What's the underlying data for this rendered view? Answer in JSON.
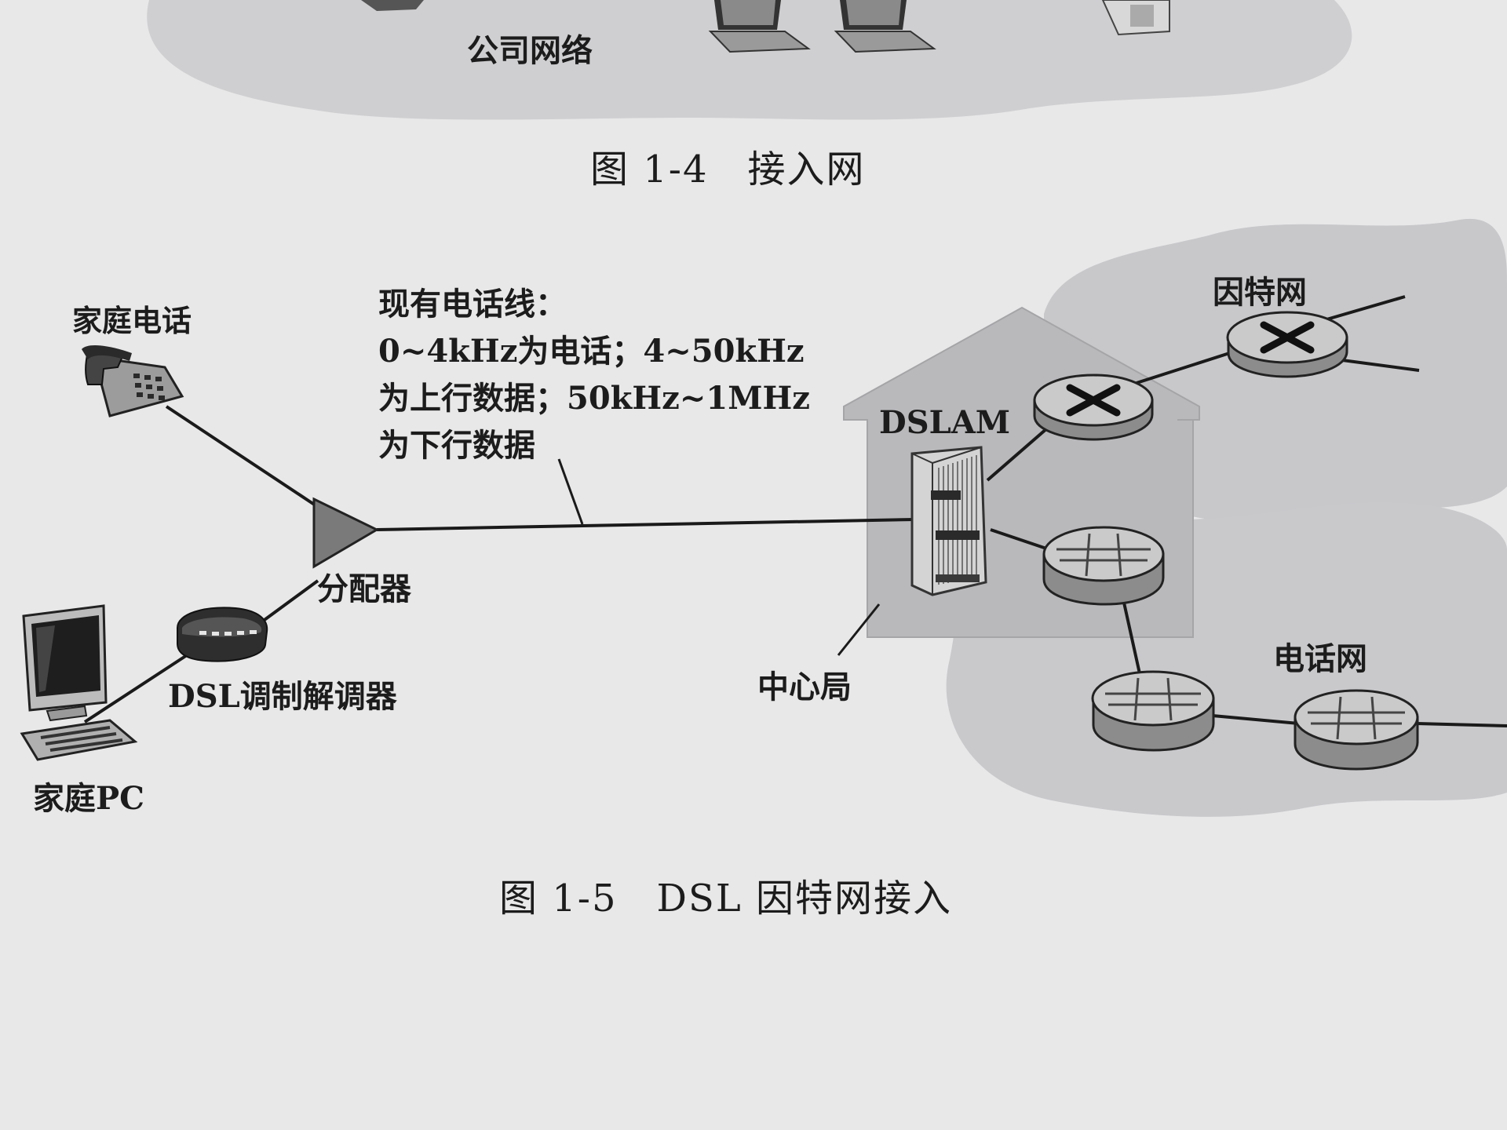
{
  "figure_top": {
    "cloud_label": "公司网络",
    "caption": "图 1-4　接入网"
  },
  "figure_main": {
    "caption": "图 1-5　DSL 因特网接入",
    "labels": {
      "home_phone": "家庭电话",
      "home_pc": "家庭PC",
      "dsl_modem": "DSL调制解调器",
      "splitter": "分配器",
      "dslam": "DSLAM",
      "central_office": "中心局",
      "internet": "因特网",
      "phone_network": "电话网"
    },
    "line_note": [
      "现有电话线：",
      "0~4kHz为电话；4~50kHz",
      "为上行数据；50kHz~1MHz",
      "为下行数据"
    ]
  },
  "colors": {
    "page": "#e8e8e9",
    "cloud": "#cfcfd1",
    "cloud_dark": "#bdbdc0",
    "office": "#b9b9bc",
    "line": "#1a1a1a"
  }
}
